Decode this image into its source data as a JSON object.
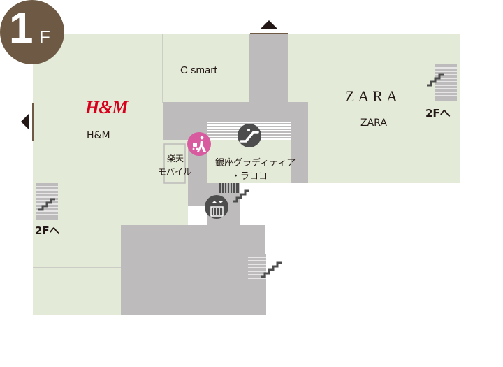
{
  "floor": {
    "number": "1",
    "unit": "F"
  },
  "stores": {
    "c_smart": "C smart",
    "hm_logo": "H&M",
    "hm_name": "H&M",
    "zara_logo": "ZARA",
    "zara_name": "ZARA",
    "rakuten_line1": "楽天",
    "rakuten_line2": "モバイル",
    "ginza_line1": "銀座グラディティア",
    "ginza_line2": "・ラココ"
  },
  "stairs_to_2f": {
    "label": "2Fへ"
  },
  "icons": [
    "exit-arrow-north-icon",
    "exit-arrow-west-icon",
    "stairs-icon",
    "escalator-icon",
    "elevator-icon",
    "nursing-room-icon"
  ],
  "colors": {
    "shop": "#e4ead8",
    "corridor": "#bdbbbb",
    "badge": "#6e5a44",
    "nursing": "#d85a9f",
    "icon_dark": "#4d4d4d",
    "hm_red": "#d6001c",
    "text": "#231815"
  }
}
